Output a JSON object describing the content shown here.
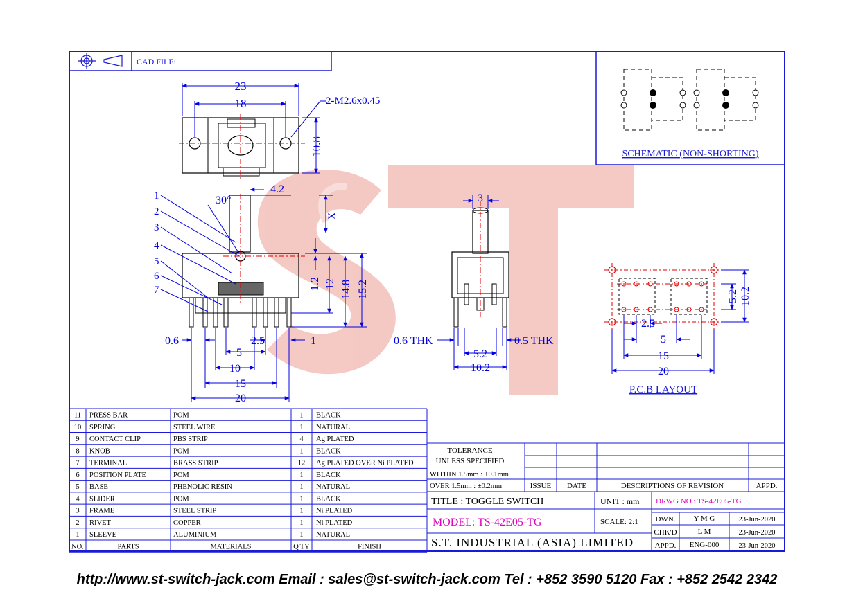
{
  "header": {
    "cad_file_label": "CAD FILE:"
  },
  "schematic": {
    "label": "SCHEMATIC (NON-SHORTING)"
  },
  "pcb": {
    "label": "P.C.B LAYOUT",
    "dims": {
      "d52": "5.2",
      "d102": "10.2",
      "d25": "2.5",
      "d5": "5",
      "d15": "15",
      "d20": "20"
    }
  },
  "top_view": {
    "d23": "23",
    "d18": "18",
    "thread": "2-M2.6x0.45",
    "d108": "10.8"
  },
  "front_view": {
    "angle": "30°",
    "d42": "4.2",
    "x": "X",
    "d12": "1.2",
    "d12b": "12",
    "d148": "14.8",
    "d152": "15.2",
    "d06": "0.6",
    "d25": "2.5",
    "d1": "1",
    "d5": "5",
    "d10": "10",
    "d15": "15",
    "d20": "20",
    "callouts": [
      "1",
      "2",
      "3",
      "4",
      "5",
      "6",
      "7"
    ]
  },
  "side_view": {
    "d3": "3",
    "t06": "0.6 THK",
    "t05": "0.5 THK",
    "d52": "5.2",
    "d102": "10.2"
  },
  "watermark": {
    "text": "ST"
  },
  "bom": {
    "headers": {
      "no": "NO.",
      "parts": "PARTS",
      "materials": "MATERIALS",
      "qty": "Q'TY",
      "finish": "FINISH"
    },
    "rows": [
      {
        "no": "11",
        "part": "PRESS BAR",
        "material": "POM",
        "qty": "1",
        "finish": "BLACK"
      },
      {
        "no": "10",
        "part": "SPRING",
        "material": "STEEL WIRE",
        "qty": "1",
        "finish": "NATURAL"
      },
      {
        "no": "9",
        "part": "CONTACT CLIP",
        "material": "PBS STRIP",
        "qty": "4",
        "finish": "Ag PLATED"
      },
      {
        "no": "8",
        "part": "KNOB",
        "material": "POM",
        "qty": "1",
        "finish": "BLACK"
      },
      {
        "no": "7",
        "part": "TERMINAL",
        "material": "BRASS STRIP",
        "qty": "12",
        "finish": "Ag PLATED OVER Ni PLATED"
      },
      {
        "no": "6",
        "part": "POSITION PLATE",
        "material": "POM",
        "qty": "1",
        "finish": "BLACK"
      },
      {
        "no": "5",
        "part": "BASE",
        "material": "PHENOLIC RESIN",
        "qty": "1",
        "finish": "NATURAL"
      },
      {
        "no": "4",
        "part": "SLIDER",
        "material": "POM",
        "qty": "1",
        "finish": "BLACK"
      },
      {
        "no": "3",
        "part": "FRAME",
        "material": "STEEL STRIP",
        "qty": "1",
        "finish": "Ni PLATED"
      },
      {
        "no": "2",
        "part": "RIVET",
        "material": "COPPER",
        "qty": "1",
        "finish": "Ni PLATED"
      },
      {
        "no": "1",
        "part": "SLEEVE",
        "material": "ALUMINIUM",
        "qty": "1",
        "finish": "NATURAL"
      }
    ]
  },
  "title_block": {
    "tolerance_title": "TOLERANCE",
    "tolerance_sub": "UNLESS   SPECIFIED",
    "within": "WITHIN  1.5mm : ±0.1mm",
    "over": "OVER    1.5mm : ±0.2mm",
    "issue": "ISSUE",
    "date": "DATE",
    "descriptions": "DESCRIPTIONS OF REVISION",
    "appd": "APPD.",
    "title": "TITLE : TOGGLE SWITCH",
    "unit": "UNIT :  mm",
    "drwg_no": "DRWG NO.: TS-42E05-TG",
    "model": "MODEL: TS-42E05-TG",
    "scale": "SCALE:  2:1",
    "company": "S.T. INDUSTRIAL (ASIA) LIMITED",
    "dwn_label": "DWN.",
    "dwn_by": "Y M G",
    "dwn_date": "23-Jun-2020",
    "chkd_label": "CHK'D",
    "chkd_by": "L M",
    "chkd_date": "23-Jun-2020",
    "appd_label": "APPD.",
    "appd_by": "ENG-000",
    "appd_date": "23-Jun-2020"
  },
  "footer": {
    "text": "http://www.st-switch-jack.com  Email : sales@st-switch-jack.com  Tel : +852 3590 5120  Fax : +852 2542 2342"
  },
  "colors": {
    "border": "#1a1ad6",
    "dim_blue": "#0000e0",
    "red": "#e00000",
    "watermark": "#f2b8b0",
    "magenta": "#e000c0"
  }
}
